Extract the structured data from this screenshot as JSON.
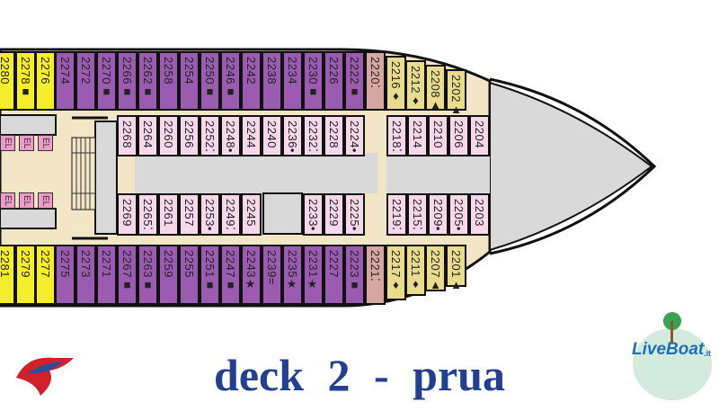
{
  "title": "deck 2  -  prua",
  "logo_right": {
    "text": "LiveBoat",
    "suffix": ".it"
  },
  "logo_left": "carnival-funnel-logo",
  "elevator_label": "EL",
  "colors": {
    "purple": "#9a5bb0",
    "yellow": "#f6ee2c",
    "khaki": "#e9dc8e",
    "rose": "#d7a8a2",
    "pink": "#f7d7ea",
    "corridor": "#f3e6c6",
    "grey": "#d9d9d9",
    "title": "#22408f"
  },
  "rows": {
    "top_outer": [
      {
        "n": "2280",
        "c": "yellow"
      },
      {
        "n": "2278■",
        "c": "yellow"
      },
      {
        "n": "2276",
        "c": "yellow"
      },
      {
        "n": "2274",
        "c": "purple"
      },
      {
        "n": "2272",
        "c": "purple"
      },
      {
        "n": "2270■",
        "c": "purple"
      },
      {
        "n": "2266■",
        "c": "purple"
      },
      {
        "n": "2262■",
        "c": "purple"
      },
      {
        "n": "2258",
        "c": "purple"
      },
      {
        "n": "2254",
        "c": "purple"
      },
      {
        "n": "2250■",
        "c": "purple"
      },
      {
        "n": "2246■",
        "c": "purple"
      },
      {
        "n": "2242",
        "c": "purple"
      },
      {
        "n": "2238",
        "c": "purple"
      },
      {
        "n": "2234",
        "c": "purple"
      },
      {
        "n": "2230■",
        "c": "purple"
      },
      {
        "n": "2226",
        "c": "purple"
      },
      {
        "n": "2222■",
        "c": "purple"
      },
      {
        "n": "2220⁚",
        "c": "rose"
      },
      {
        "n": "2216♦",
        "c": "khaki"
      },
      {
        "n": "2212♦",
        "c": "khaki"
      },
      {
        "n": "2208▲",
        "c": "khaki"
      },
      {
        "n": "2202▲",
        "c": "khaki"
      }
    ],
    "top_inner": [
      {
        "n": "2268",
        "c": "pink"
      },
      {
        "n": "2264",
        "c": "pink"
      },
      {
        "n": "2260",
        "c": "pink"
      },
      {
        "n": "2256",
        "c": "pink"
      },
      {
        "n": "2252⁚",
        "c": "pink"
      },
      {
        "n": "2248•",
        "c": "pink"
      },
      {
        "n": "2244",
        "c": "pink"
      },
      {
        "n": "2240",
        "c": "pink"
      },
      {
        "n": "2236•",
        "c": "pink"
      },
      {
        "n": "2232⁚",
        "c": "pink"
      },
      {
        "n": "2228",
        "c": "pink"
      },
      {
        "n": "2224•",
        "c": "pink"
      },
      {
        "n": "2218⁚",
        "c": "pink"
      },
      {
        "n": "2214",
        "c": "pink"
      },
      {
        "n": "2210",
        "c": "pink"
      },
      {
        "n": "2206",
        "c": "pink"
      },
      {
        "n": "2204",
        "c": "pink"
      }
    ],
    "bottom_inner": [
      {
        "n": "2269",
        "c": "pink"
      },
      {
        "n": "2265⁚",
        "c": "pink"
      },
      {
        "n": "2261",
        "c": "pink"
      },
      {
        "n": "2257",
        "c": "pink"
      },
      {
        "n": "2253•",
        "c": "pink"
      },
      {
        "n": "2249⁚",
        "c": "pink"
      },
      {
        "n": "2245",
        "c": "pink"
      },
      {
        "n": "2233•",
        "c": "pink"
      },
      {
        "n": "2229",
        "c": "pink"
      },
      {
        "n": "2225•",
        "c": "pink"
      },
      {
        "n": "2219⁚",
        "c": "pink"
      },
      {
        "n": "2215⁚",
        "c": "pink"
      },
      {
        "n": "2209•",
        "c": "pink"
      },
      {
        "n": "2205•",
        "c": "pink"
      },
      {
        "n": "2203",
        "c": "pink"
      }
    ],
    "bottom_outer": [
      {
        "n": "2281",
        "c": "yellow"
      },
      {
        "n": "2279",
        "c": "yellow"
      },
      {
        "n": "2277",
        "c": "yellow"
      },
      {
        "n": "2275",
        "c": "purple"
      },
      {
        "n": "2273",
        "c": "purple"
      },
      {
        "n": "2271",
        "c": "purple"
      },
      {
        "n": "2267■",
        "c": "purple"
      },
      {
        "n": "2263■",
        "c": "purple"
      },
      {
        "n": "2259",
        "c": "purple"
      },
      {
        "n": "2255",
        "c": "purple"
      },
      {
        "n": "2251■",
        "c": "purple"
      },
      {
        "n": "2247■",
        "c": "purple"
      },
      {
        "n": "2243★",
        "c": "purple"
      },
      {
        "n": "2239=",
        "c": "purple"
      },
      {
        "n": "2235★",
        "c": "purple"
      },
      {
        "n": "2231★",
        "c": "purple"
      },
      {
        "n": "2227",
        "c": "purple"
      },
      {
        "n": "2223■",
        "c": "purple"
      },
      {
        "n": "2221⁚",
        "c": "rose"
      },
      {
        "n": "2217♦",
        "c": "khaki"
      },
      {
        "n": "2211♦",
        "c": "khaki"
      },
      {
        "n": "2207▲",
        "c": "khaki"
      },
      {
        "n": "2201▲",
        "c": "khaki"
      }
    ]
  }
}
